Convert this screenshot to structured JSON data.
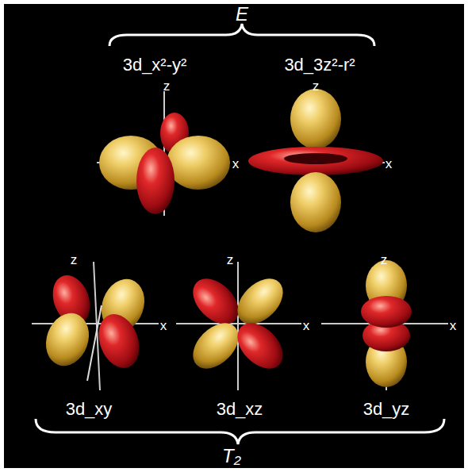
{
  "diagram": {
    "labels": [
      "E",
      "3d_x²-y²",
      "3d_3z²-r²",
      "z",
      "x",
      "z",
      "x",
      "z",
      "x",
      "z",
      "x",
      "z",
      "x",
      "3d_xy",
      "3d_xz",
      "3d_yz",
      "T₂"
    ]
  }
}
